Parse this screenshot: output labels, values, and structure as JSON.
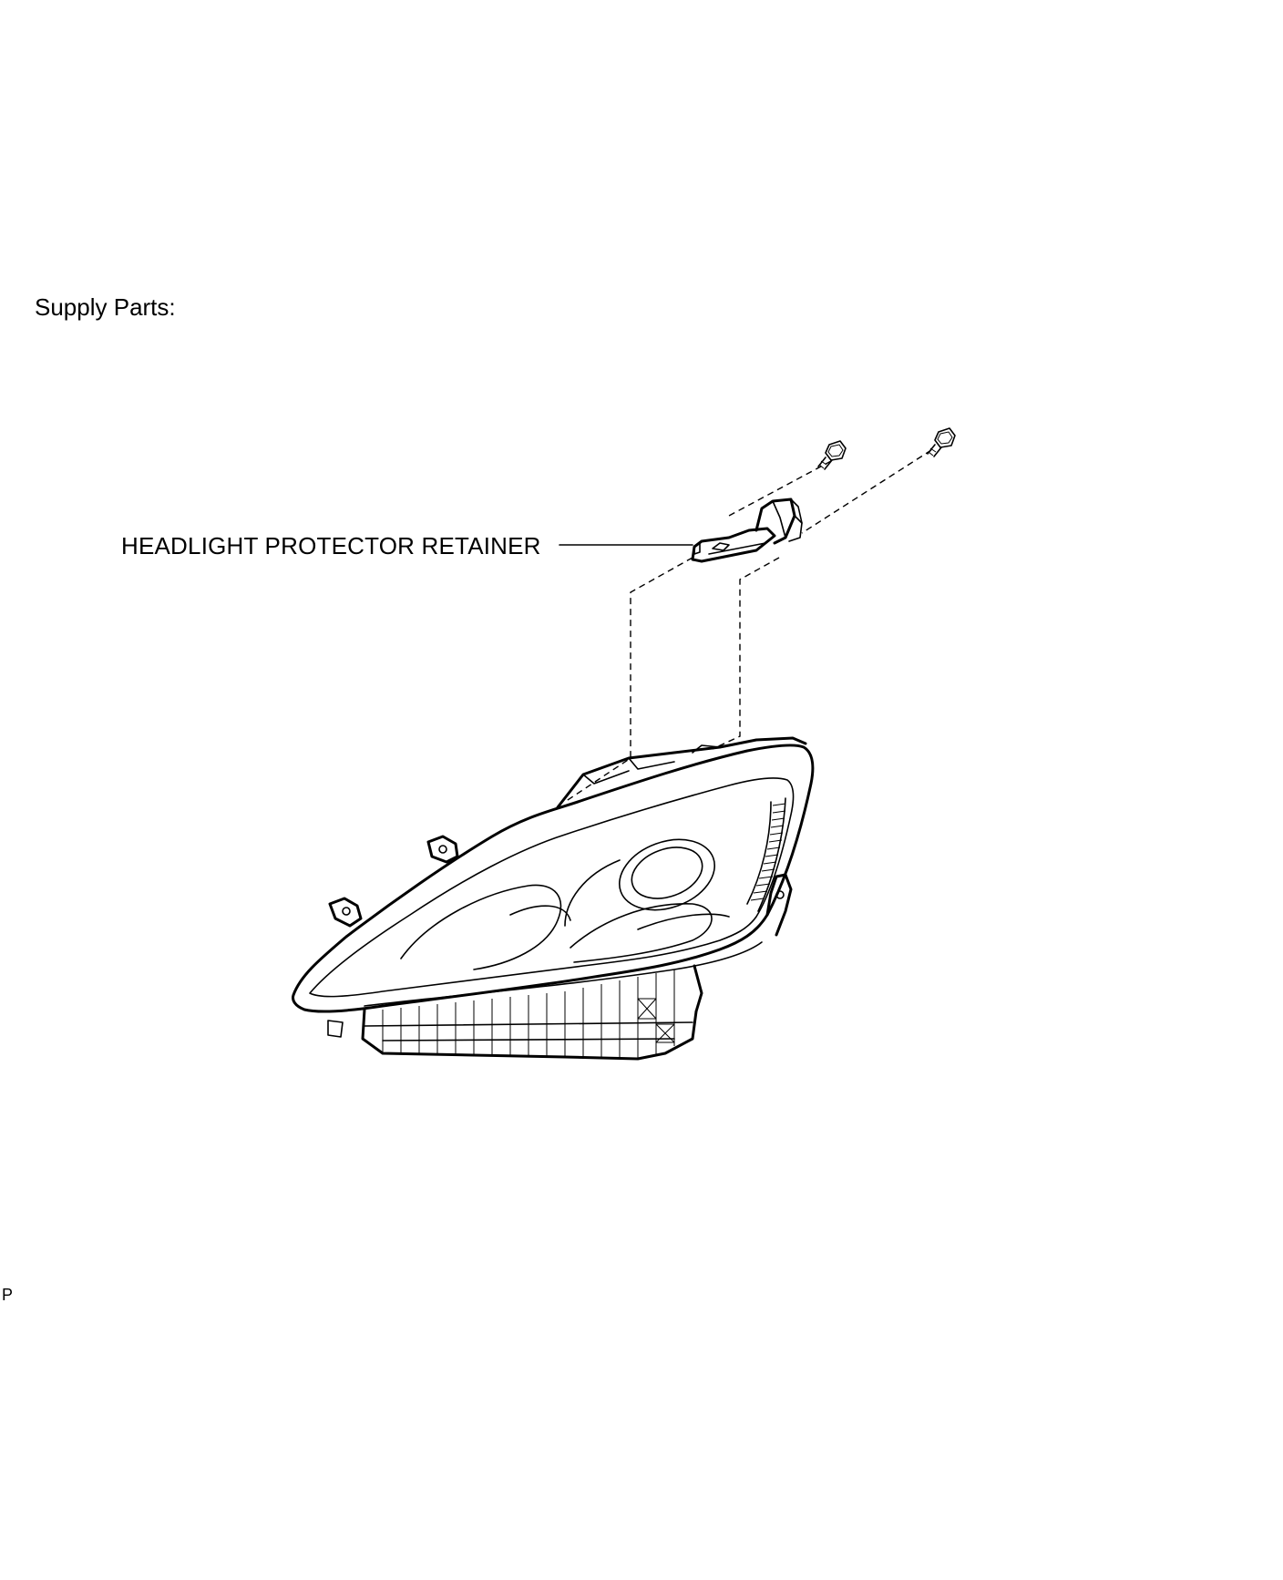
{
  "page": {
    "heading": "Supply Parts:",
    "footer_code": "P"
  },
  "labels": {
    "headlight_protector_retainer": "HEADLIGHT PROTECTOR RETAINER"
  },
  "colors": {
    "line": "#000000",
    "background": "#ffffff"
  }
}
